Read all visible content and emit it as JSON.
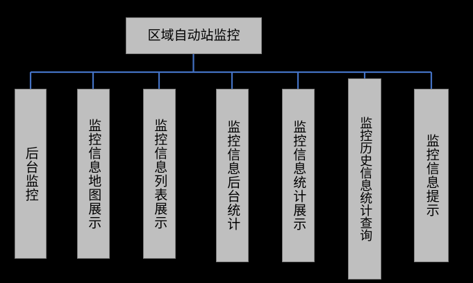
{
  "diagram": {
    "type": "org-chart",
    "orientation": "top-down",
    "background_color": "#000000",
    "node_fill_color": "#bfbfbf",
    "node_border_color": "#7f7f7f",
    "connector_color": "#4472c4",
    "text_color": "#000000",
    "root": {
      "label": "区域自动站监控",
      "text_direction": "horizontal"
    },
    "children": [
      {
        "label": "后台监控",
        "text_direction": "vertical",
        "char_count": 4
      },
      {
        "label": "监控信息地图展示",
        "text_direction": "vertical",
        "char_count": 8
      },
      {
        "label": "监控信息列表展示",
        "text_direction": "vertical",
        "char_count": 8
      },
      {
        "label": "监控信息后台统计",
        "text_direction": "vertical",
        "char_count": 8
      },
      {
        "label": "监控信息统计展示",
        "text_direction": "vertical",
        "char_count": 8
      },
      {
        "label": "监控历史信息统计查询",
        "text_direction": "vertical",
        "char_count": 10
      },
      {
        "label": "监控信息提示",
        "text_direction": "vertical",
        "char_count": 6
      }
    ]
  }
}
